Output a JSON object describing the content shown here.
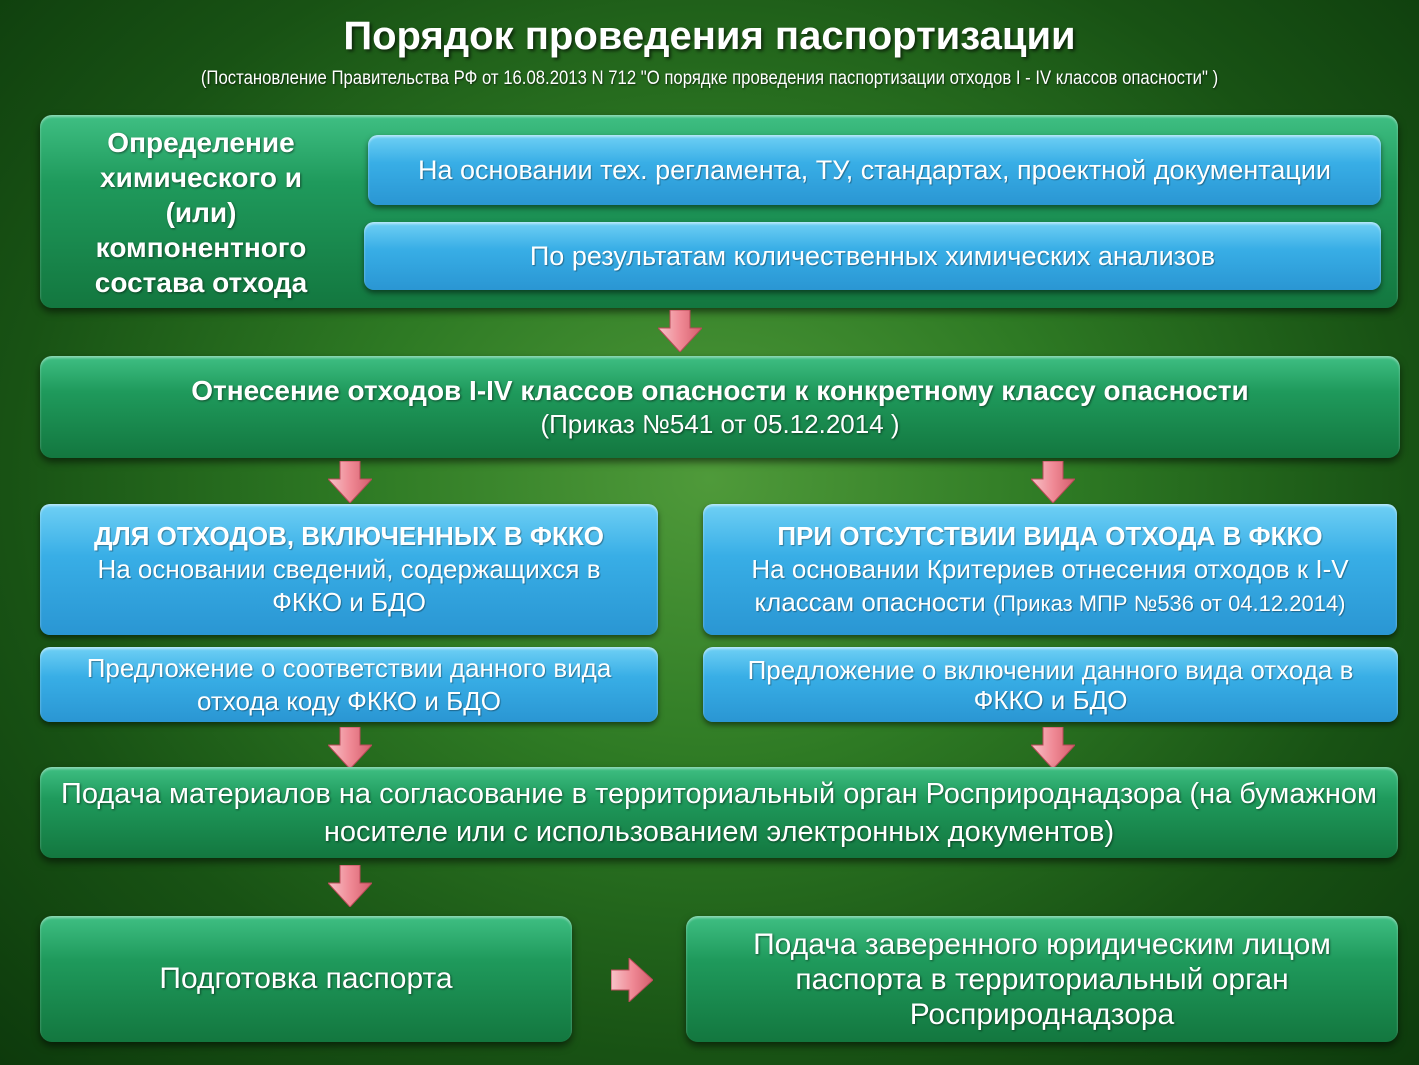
{
  "title": "Порядок проведения паспортизации",
  "subtitle": "(Постановление Правительства РФ от 16.08.2013 N 712 \"О порядке проведения паспортизации отходов I - IV классов опасности\" )",
  "step1": {
    "heading": "Определение химического и (или) компонентного состава отхода",
    "options": [
      "На основании тех. регламента, ТУ, стандартах, проектной документации",
      "По результатам количественных химических анализов"
    ]
  },
  "step2": {
    "heading": "Отнесение отходов I-IV классов опасности к конкретному классу опасности",
    "note": "(Приказ №541 от 05.12.2014 )"
  },
  "left": {
    "heading": "ДЛЯ ОТХОДОВ, ВКЛЮЧЕННЫХ В ФККО",
    "text": "На основании сведений, содержащихся в ФККО и БДО",
    "proposal": "Предложение о соответствии данного вида отхода коду ФККО и БДО"
  },
  "right": {
    "heading": "ПРИ ОТСУТСТВИИ ВИДА ОТХОДА В ФККО",
    "text": "На основании Критериев отнесения отходов к I-V классам опасности",
    "note": "(Приказ МПР №536 от 04.12.2014)",
    "proposal": "Предложение о включении данного вида отхода в ФККО и БДО"
  },
  "step3": "Подача материалов на согласование в территориальный орган Росприроднадзора (на бумажном носителе или с использованием электронных документов)",
  "step4": "Подготовка паспорта",
  "step5": "Подача заверенного юридическим лицом паспорта в территориальный орган Росприроднадзора",
  "colors": {
    "green": "#1f9a5c",
    "blue": "#38aee6",
    "arrow": "#f4a0a8"
  }
}
